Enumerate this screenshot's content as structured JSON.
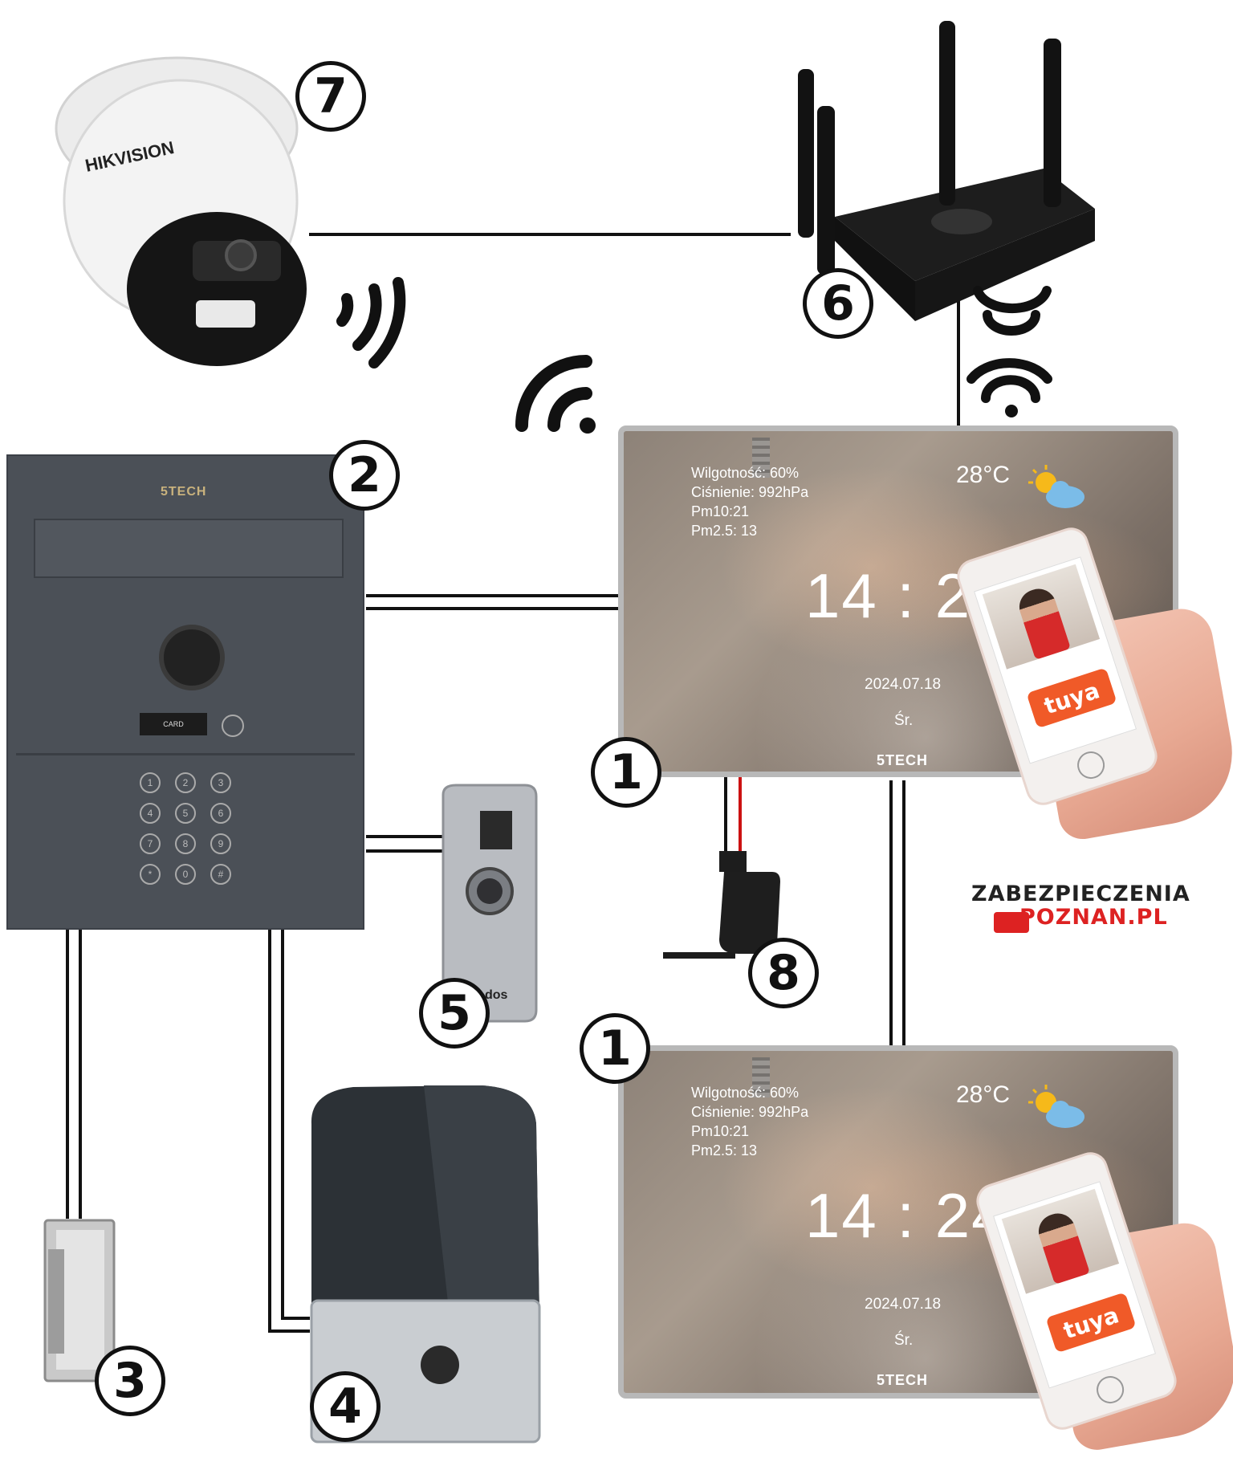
{
  "badges": [
    {
      "id": "b7",
      "label": "7"
    },
    {
      "id": "b6",
      "label": "6"
    },
    {
      "id": "b2",
      "label": "2"
    },
    {
      "id": "b1a",
      "label": "1"
    },
    {
      "id": "b1b",
      "label": "1"
    },
    {
      "id": "b5",
      "label": "5"
    },
    {
      "id": "b8",
      "label": "8"
    },
    {
      "id": "b3",
      "label": "3"
    },
    {
      "id": "b4",
      "label": "4"
    }
  ],
  "monitor": {
    "humidity": "Wilgotność: 60%",
    "pressure": "Ciśnienie: 992hPa",
    "pm10": "Pm10:21",
    "pm25": "Pm2.5: 13",
    "temperature": "28°C",
    "clock": "14 : 24",
    "date": "2024.07.18",
    "day": "Śr.",
    "brand": "5TECH"
  },
  "door_panel": {
    "brand": "5TECH",
    "card_label": "CARD",
    "keys": [
      "1",
      "2",
      "3",
      "4",
      "5",
      "6",
      "7",
      "8",
      "9",
      "*",
      "0",
      "#"
    ]
  },
  "camera": {
    "brand": "HIKVISION"
  },
  "phone": {
    "app": "tuya"
  },
  "logo": {
    "line1": "ZABEZPIECZENIA",
    "line2": "POZNAN.PL"
  },
  "exit_button": {
    "brand_fragment": "dos"
  },
  "colors": {
    "wire": "#111111",
    "wire_red": "#cc1111",
    "panel": "#4b5057",
    "accent_logo": "#dd2222",
    "tuya": "#f05a28"
  }
}
